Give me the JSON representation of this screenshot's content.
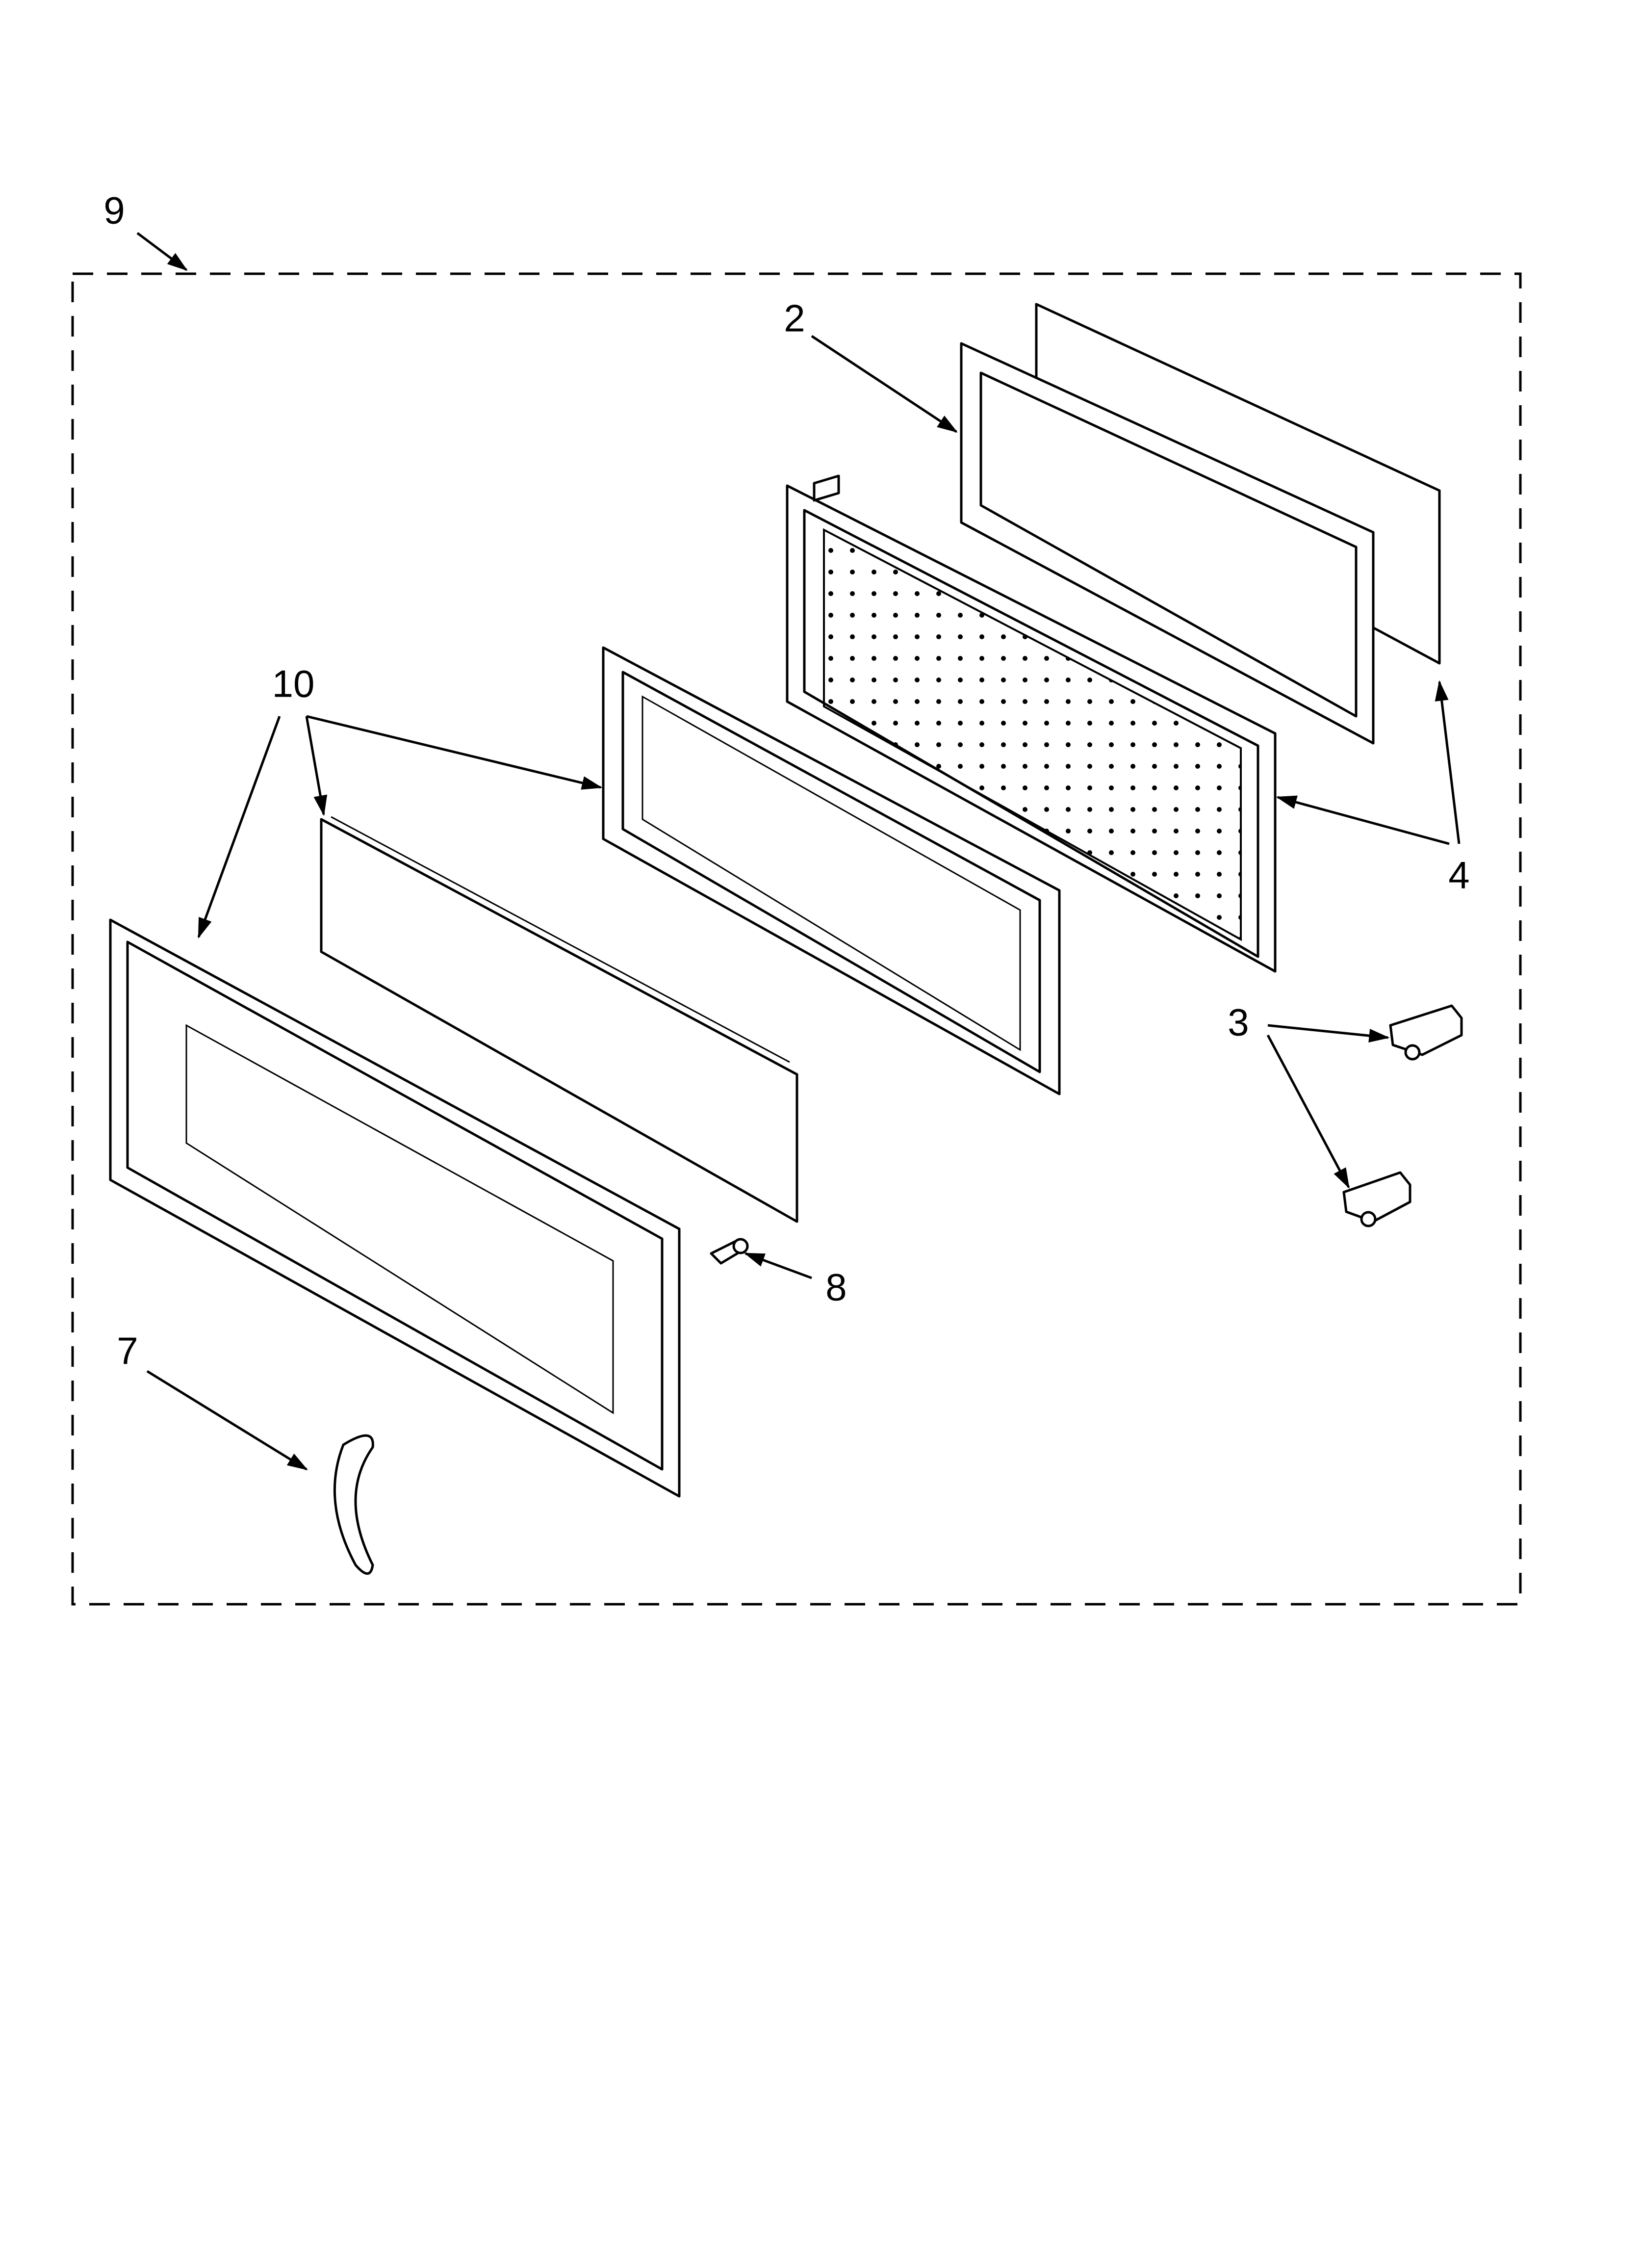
{
  "callouts": {
    "c9": "9",
    "c2": "2",
    "c10": "10",
    "c4": "4",
    "c3": "3",
    "c8": "8",
    "c7": "7"
  },
  "colors": {
    "line": "#000000",
    "background": "#ffffff"
  }
}
